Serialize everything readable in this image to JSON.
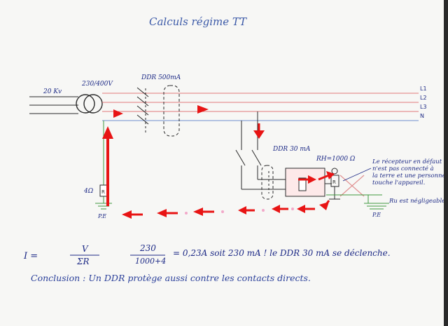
{
  "title": "Calculs régime TT",
  "labels": {
    "voltage_hv": "20 Kv",
    "transformer": "230/400V",
    "ddr_main": "DDR 500mA",
    "ddr_branch": "DDR 30 mA",
    "rh": "RH=1000 Ω",
    "earth_resistance": "4Ω",
    "pe_left": "P.E",
    "pe_right": "P.E",
    "r_symbol": "R",
    "lines": [
      "L1",
      "L2",
      "L3",
      "N"
    ]
  },
  "notes": {
    "receiver": [
      "Le récepteur en défaut",
      "n'est pas connecté à",
      "la terre et une personne",
      "touche l'appareil."
    ],
    "negligible": "Ru est négligeable"
  },
  "formula": {
    "i_label": "I =",
    "numerator": "V",
    "denominator": "ΣR",
    "num_value": "230",
    "den_value": "1000+4",
    "result": "= 0,23A  soit 230 mA !  le DDR 30 mA se déclenche."
  },
  "conclusion": "Conclusion : Un DDR protège aussi contre les contacts directs.",
  "colors": {
    "phase": "#e07a7a",
    "neutral": "#6f8fce",
    "earth": "#3f9a3f",
    "wire": "#2a2a2a",
    "arrow": "#e81414",
    "ink": "#1d2a86"
  }
}
